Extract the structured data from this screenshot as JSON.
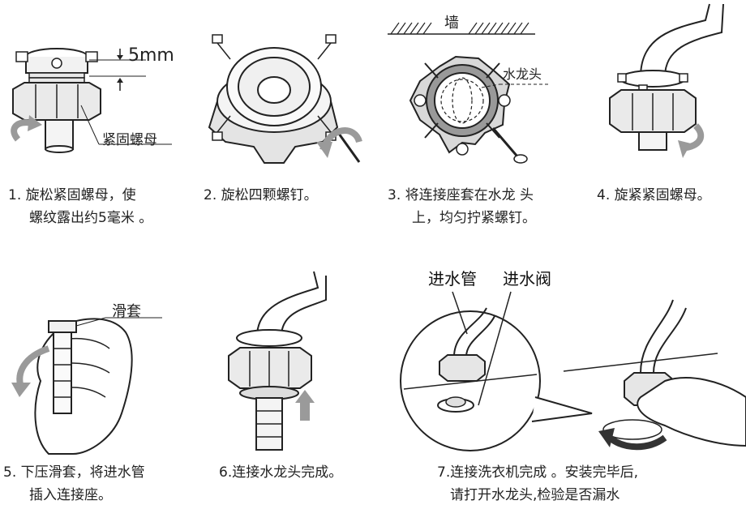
{
  "steps": [
    {
      "caption_line1": "1. 旋松紧固螺母，使",
      "caption_line2": "螺纹露出约5毫米 。",
      "label_dim": "5mm",
      "label_part": "紧固螺母"
    },
    {
      "caption_line1": "2. 旋松四颗螺钉。"
    },
    {
      "caption_line1": "3. 将连接座套在水龙 头",
      "caption_line2": "上，均匀拧紧螺钉。",
      "label_wall": "墙",
      "label_faucet": "水龙头"
    },
    {
      "caption_line1": "4. 旋紧紧固螺母。"
    },
    {
      "caption_line1": "5. 下压滑套，将进水管",
      "caption_line2": "插入连接座。",
      "label_sleeve": "滑套"
    },
    {
      "caption_line1": "6.连接水龙头完成。"
    },
    {
      "caption_line1": "7.连接洗衣机完成 。安装完毕后,",
      "caption_line2": "请打开水龙头,检验是否漏水",
      "label_inlet_pipe": "进水管",
      "label_inlet_valve": "进水阀"
    }
  ]
}
